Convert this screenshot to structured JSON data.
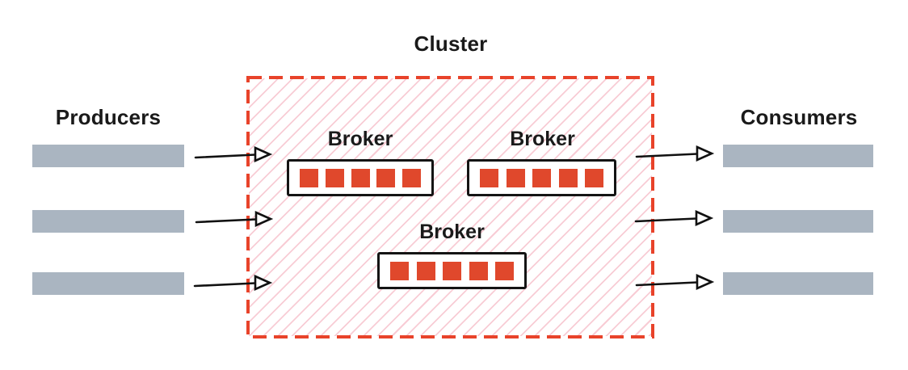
{
  "diagram": {
    "title": "Cluster",
    "producers": {
      "label": "Producers",
      "count": 3
    },
    "consumers": {
      "label": "Consumers",
      "count": 3
    },
    "brokers": [
      {
        "label": "Broker",
        "partition_count": 5
      },
      {
        "label": "Broker",
        "partition_count": 5
      },
      {
        "label": "Broker",
        "partition_count": 5
      }
    ],
    "colors": {
      "cluster_border": "#e8432a",
      "hatch_pink": "#f3a3b2",
      "partition_red": "#e0482c",
      "bar_gray": "#aab5c1",
      "box_border": "#141414",
      "text": "#1a1a1a",
      "arrow": "#111111"
    }
  }
}
